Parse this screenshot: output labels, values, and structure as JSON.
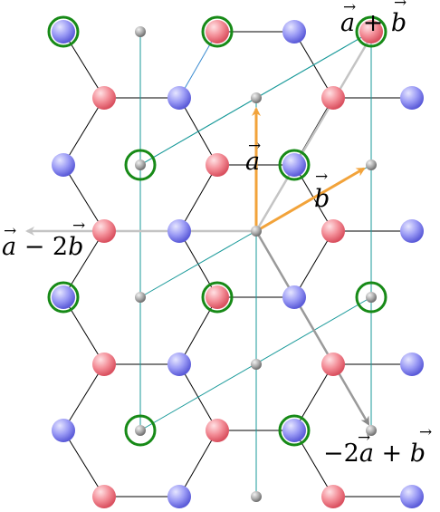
{
  "labels": {
    "a": "a",
    "b": "b",
    "a_plus_b_part1": "a",
    "a_plus_b_op": " + ",
    "a_plus_b_part2": "b",
    "a_minus_2b_part1": "a",
    "a_minus_2b_op": " − 2",
    "a_minus_2b_part2": "b",
    "m2a_plus_b_prefix": "−2",
    "m2a_plus_b_part1": "a",
    "m2a_plus_b_op": " + ",
    "m2a_plus_b_part2": "b"
  },
  "colors": {
    "red_atom": "#f07f8a",
    "blue_atom": "#8f8ff0",
    "gray_site": "#8c8c8c",
    "bond": "#000000",
    "cell": "#1a9a9a",
    "highlight_ring": "#178a17",
    "primitive_vector": "#f2a33a",
    "derived_vector": "#c4c4c4"
  }
}
